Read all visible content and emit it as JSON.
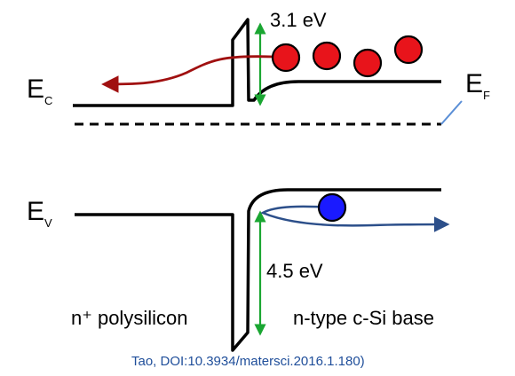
{
  "labels": {
    "ec_main": "E",
    "ec_sub": "C",
    "ev_main": "E",
    "ev_sub": "V",
    "ef_main": "E",
    "ef_sub": "F",
    "barrier_cb": "3.1 eV",
    "barrier_vb": "4.5 eV",
    "region_left": "n⁺ polysilicon",
    "region_right": "n-type c-Si base",
    "citation": "Tao, DOI:10.3934/matersci.2016.1.180)"
  },
  "colors": {
    "band": "#000000",
    "electron": "#e8141b",
    "hole": "#1a1aff",
    "electron_path": "#a01010",
    "hole_path": "#2c4f8a",
    "barrier_arrow": "#1aa632",
    "fermi_pointer": "#5b8fd6",
    "citation": "#1f4e9a"
  }
}
